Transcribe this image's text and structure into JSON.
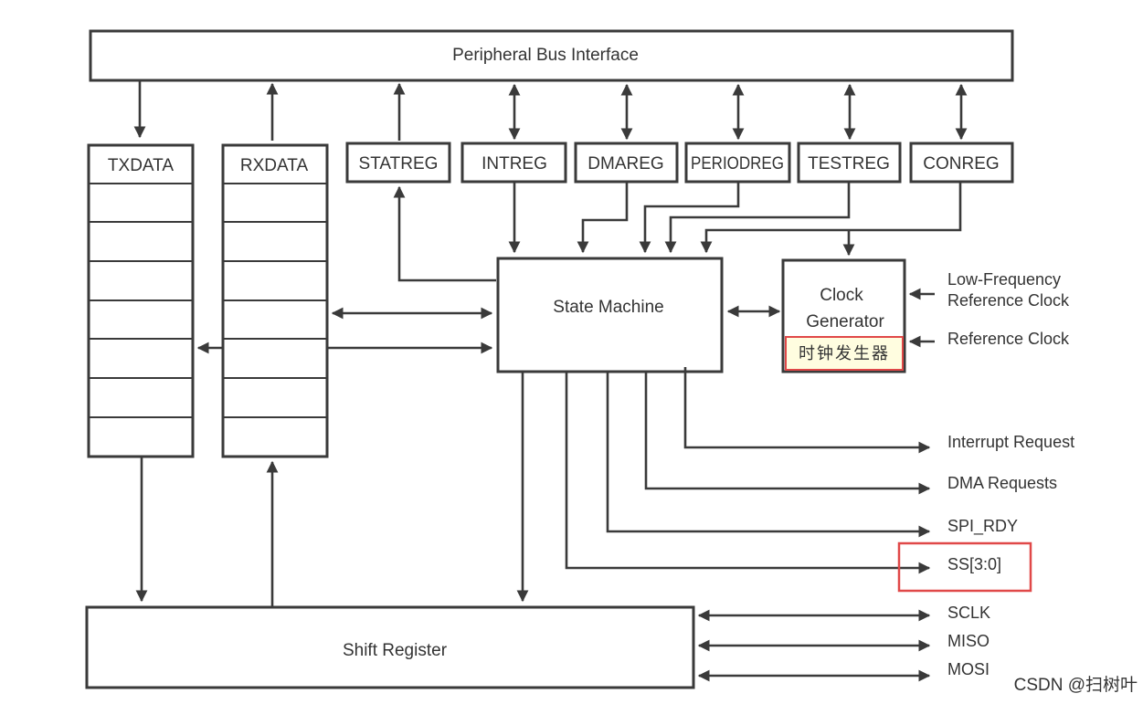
{
  "blocks": {
    "bus": "Peripheral Bus Interface",
    "txdata": "TXDATA",
    "rxdata": "RXDATA",
    "statreg": "STATREG",
    "intreg": "INTREG",
    "dmareg": "DMAREG",
    "periodreg": "PERIODREG",
    "testreg": "TESTREG",
    "conreg": "CONREG",
    "state_machine": "State Machine",
    "clock_generator_line1": "Clock",
    "clock_generator_line2": "Generator",
    "clock_generator_cn": "时钟发生器",
    "shift_register": "Shift Register"
  },
  "inputs": {
    "low_freq_line1": "Low-Frequency",
    "low_freq_line2": "Reference Clock",
    "ref_clock": "Reference Clock"
  },
  "outputs": {
    "interrupt": "Interrupt Request",
    "dma": "DMA Requests",
    "spi_rdy": "SPI_RDY",
    "ss": "SS[3:0]",
    "sclk": "SCLK",
    "miso": "MISO",
    "mosi": "MOSI"
  },
  "highlight_color": "#e04848",
  "watermark": "CSDN @扫树叶"
}
